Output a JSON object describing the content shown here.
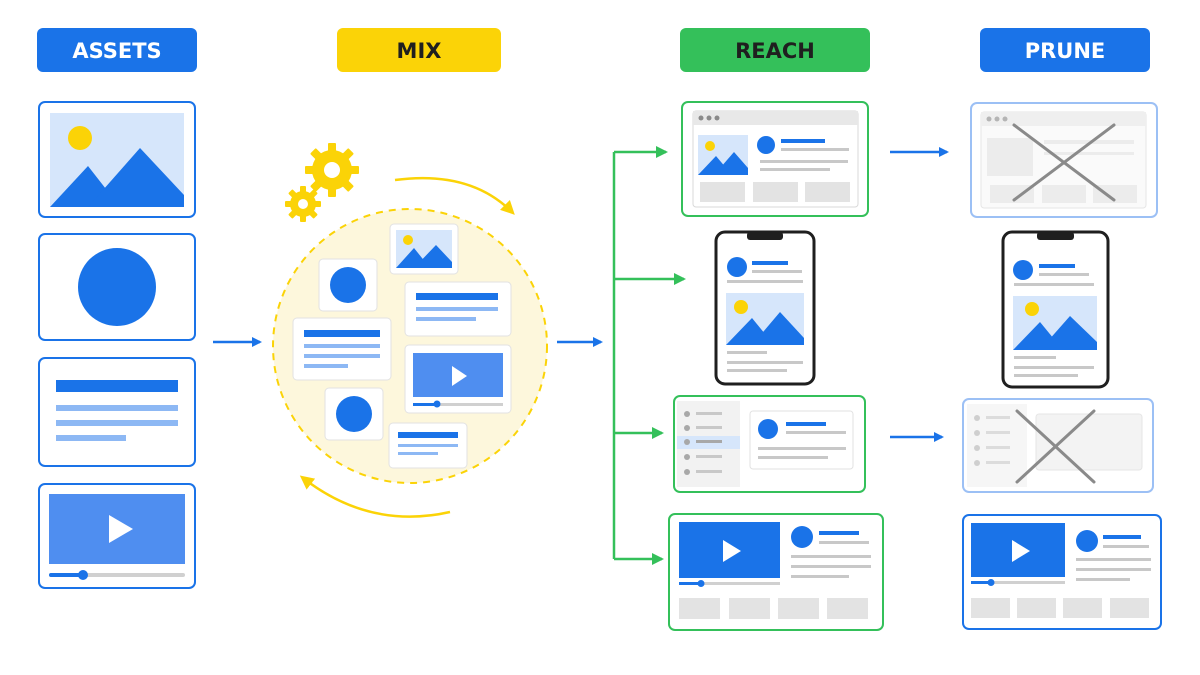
{
  "stages": [
    {
      "label": "ASSETS",
      "bg": "#1a73e8",
      "fg": "#ffffff"
    },
    {
      "label": "MIX",
      "bg": "#fbd307",
      "fg": "#1f1f1f"
    },
    {
      "label": "REACH",
      "bg": "#34c05a",
      "fg": "#1f1f1f"
    },
    {
      "label": "PRUNE",
      "bg": "#1a73e8",
      "fg": "#ffffff"
    }
  ],
  "colors": {
    "blue": "#1a73e8",
    "light_blue": "#d6e6fb",
    "mid_blue": "#5e9cf0",
    "yellow": "#fbd307",
    "pale_yellow": "#fdf7dc",
    "green": "#34c05a",
    "gray": "#e3e3e3",
    "dark": "#1f1f1f",
    "cross": "#8a8a8a"
  },
  "icons": {
    "gear": "gear-icon",
    "play": "play-icon",
    "image": "image-icon",
    "cross": "cross-icon",
    "arrow": "arrow-icon"
  }
}
